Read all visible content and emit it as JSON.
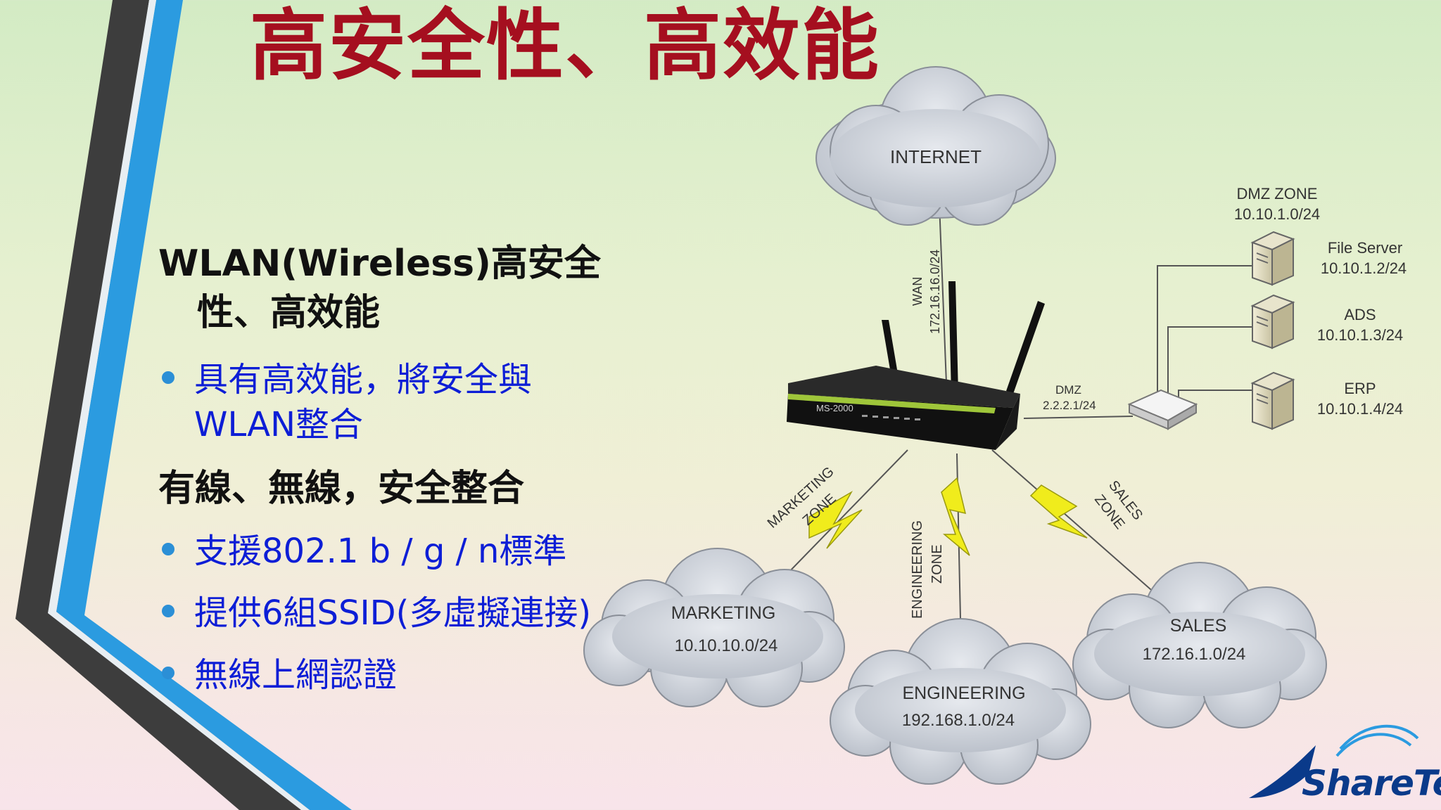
{
  "slide": {
    "title": "高安全性、高效能",
    "heading1": {
      "line1": "WLAN(Wireless)高安全",
      "line2": "性、高效能"
    },
    "bullet1": {
      "line1": "具有高效能，將安全與",
      "line2": "WLAN整合"
    },
    "heading2": "有線、無線，安全整合",
    "bullets": [
      "支援802.1 b / g / n標準",
      "提供6組SSID(多虛擬連接)",
      "無線上網認證"
    ]
  },
  "diagram": {
    "internet": "INTERNET",
    "wan": {
      "label": "WAN",
      "subnet": "172.16.16.0/24"
    },
    "dmz_link": {
      "label": "DMZ",
      "ip": "2.2.2.1/24"
    },
    "dmz_zone": {
      "label": "DMZ ZONE",
      "subnet": "10.10.1.0/24"
    },
    "servers": [
      {
        "name": "File Server",
        "ip": "10.10.1.2/24"
      },
      {
        "name": "ADS",
        "ip": "10.10.1.3/24"
      },
      {
        "name": "ERP",
        "ip": "10.10.1.4/24"
      }
    ],
    "device_label": "MS-2000",
    "zones": [
      {
        "name": "MARKETING",
        "subnet": "10.10.10.0/24",
        "link": [
          "MARKETING",
          "ZONE"
        ]
      },
      {
        "name": "ENGINEERING",
        "subnet": "192.168.1.0/24",
        "link": [
          "ENGINEERING",
          "ZONE"
        ]
      },
      {
        "name": "SALES",
        "subnet": "172.16.1.0/24",
        "link": [
          "SALES",
          "ZONE"
        ]
      }
    ]
  },
  "logo": {
    "text": "ShareTech"
  },
  "colors": {
    "title": "#a50f1f",
    "bullet_text": "#0d1ed6",
    "heading": "#111111",
    "accent_blue": "#2b9be0",
    "logo": "#0a3a8a"
  }
}
